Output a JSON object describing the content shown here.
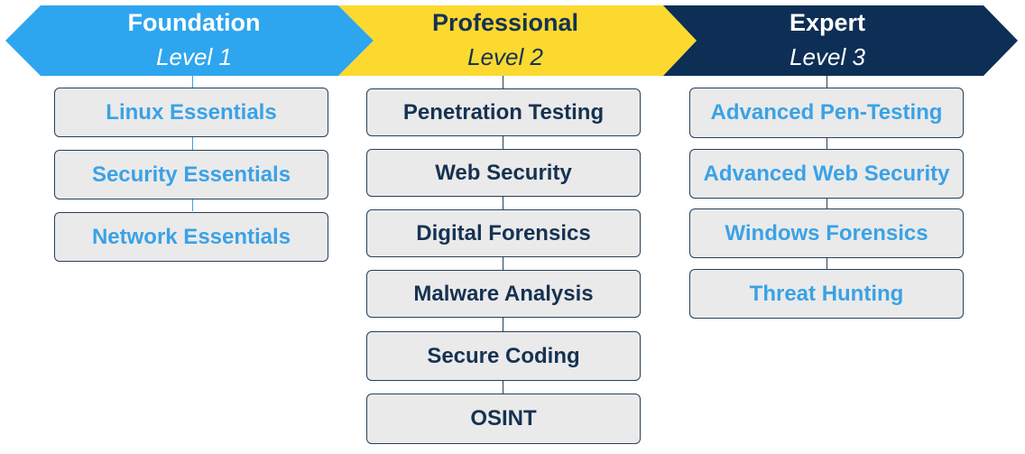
{
  "colors": {
    "foundation": "#2ea6ef",
    "professional": "#fcd92f",
    "expert": "#0d2f55",
    "box_fill": "#eaeaea",
    "box_border": "#27405a",
    "light_text": "#3aa2e6",
    "dark_text": "#163252"
  },
  "levels": [
    {
      "title": "Foundation",
      "subtitle": "Level 1",
      "items": [
        "Linux Essentials",
        "Security Essentials",
        "Network Essentials"
      ]
    },
    {
      "title": "Professional",
      "subtitle": "Level 2",
      "items": [
        "Penetration Testing",
        "Web Security",
        "Digital Forensics",
        "Malware Analysis",
        "Secure Coding",
        "OSINT"
      ]
    },
    {
      "title": "Expert",
      "subtitle": "Level 3",
      "items": [
        "Advanced Pen-Testing",
        "Advanced Web Security",
        "Windows Forensics",
        "Threat Hunting"
      ]
    }
  ]
}
